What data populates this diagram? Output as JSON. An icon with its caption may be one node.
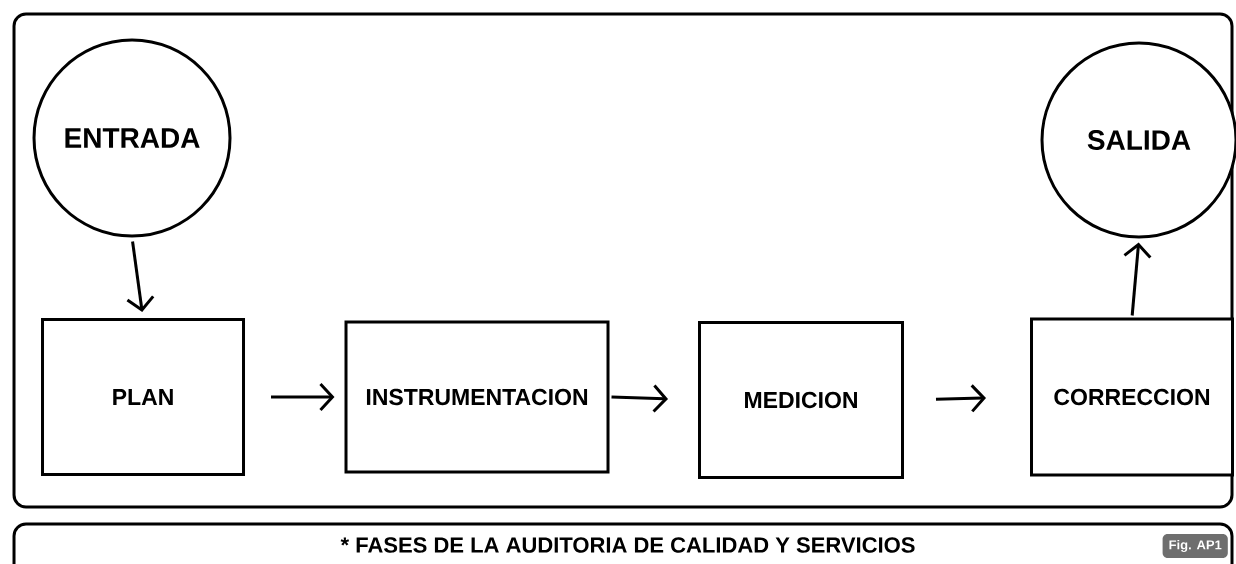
{
  "diagram": {
    "caption": "* FASES DE LA AUDITORIA DE CALIDAD Y SERVICIOS",
    "nodes": [
      {
        "text": [
          "ENTRADA"
        ]
      },
      {
        "text": [
          "SALIDA"
        ]
      },
      {
        "text": [
          "PLAN"
        ]
      },
      {
        "text": [
          "INSTRUMENTACION"
        ]
      },
      {
        "text": [
          "MEDICION"
        ]
      },
      {
        "text": [
          "CORRECCION"
        ]
      }
    ],
    "edges": [
      {
        "from": 0,
        "to": 2,
        "arrow": "to"
      },
      {
        "from": 2,
        "to": 3,
        "arrow": "to"
      },
      {
        "from": 3,
        "to": 4,
        "arrow": "to"
      },
      {
        "from": 4,
        "to": 5,
        "arrow": "to"
      },
      {
        "from": 5,
        "to": 1,
        "arrow": "to"
      }
    ],
    "labels": [
      "Fig. AP1"
    ]
  }
}
